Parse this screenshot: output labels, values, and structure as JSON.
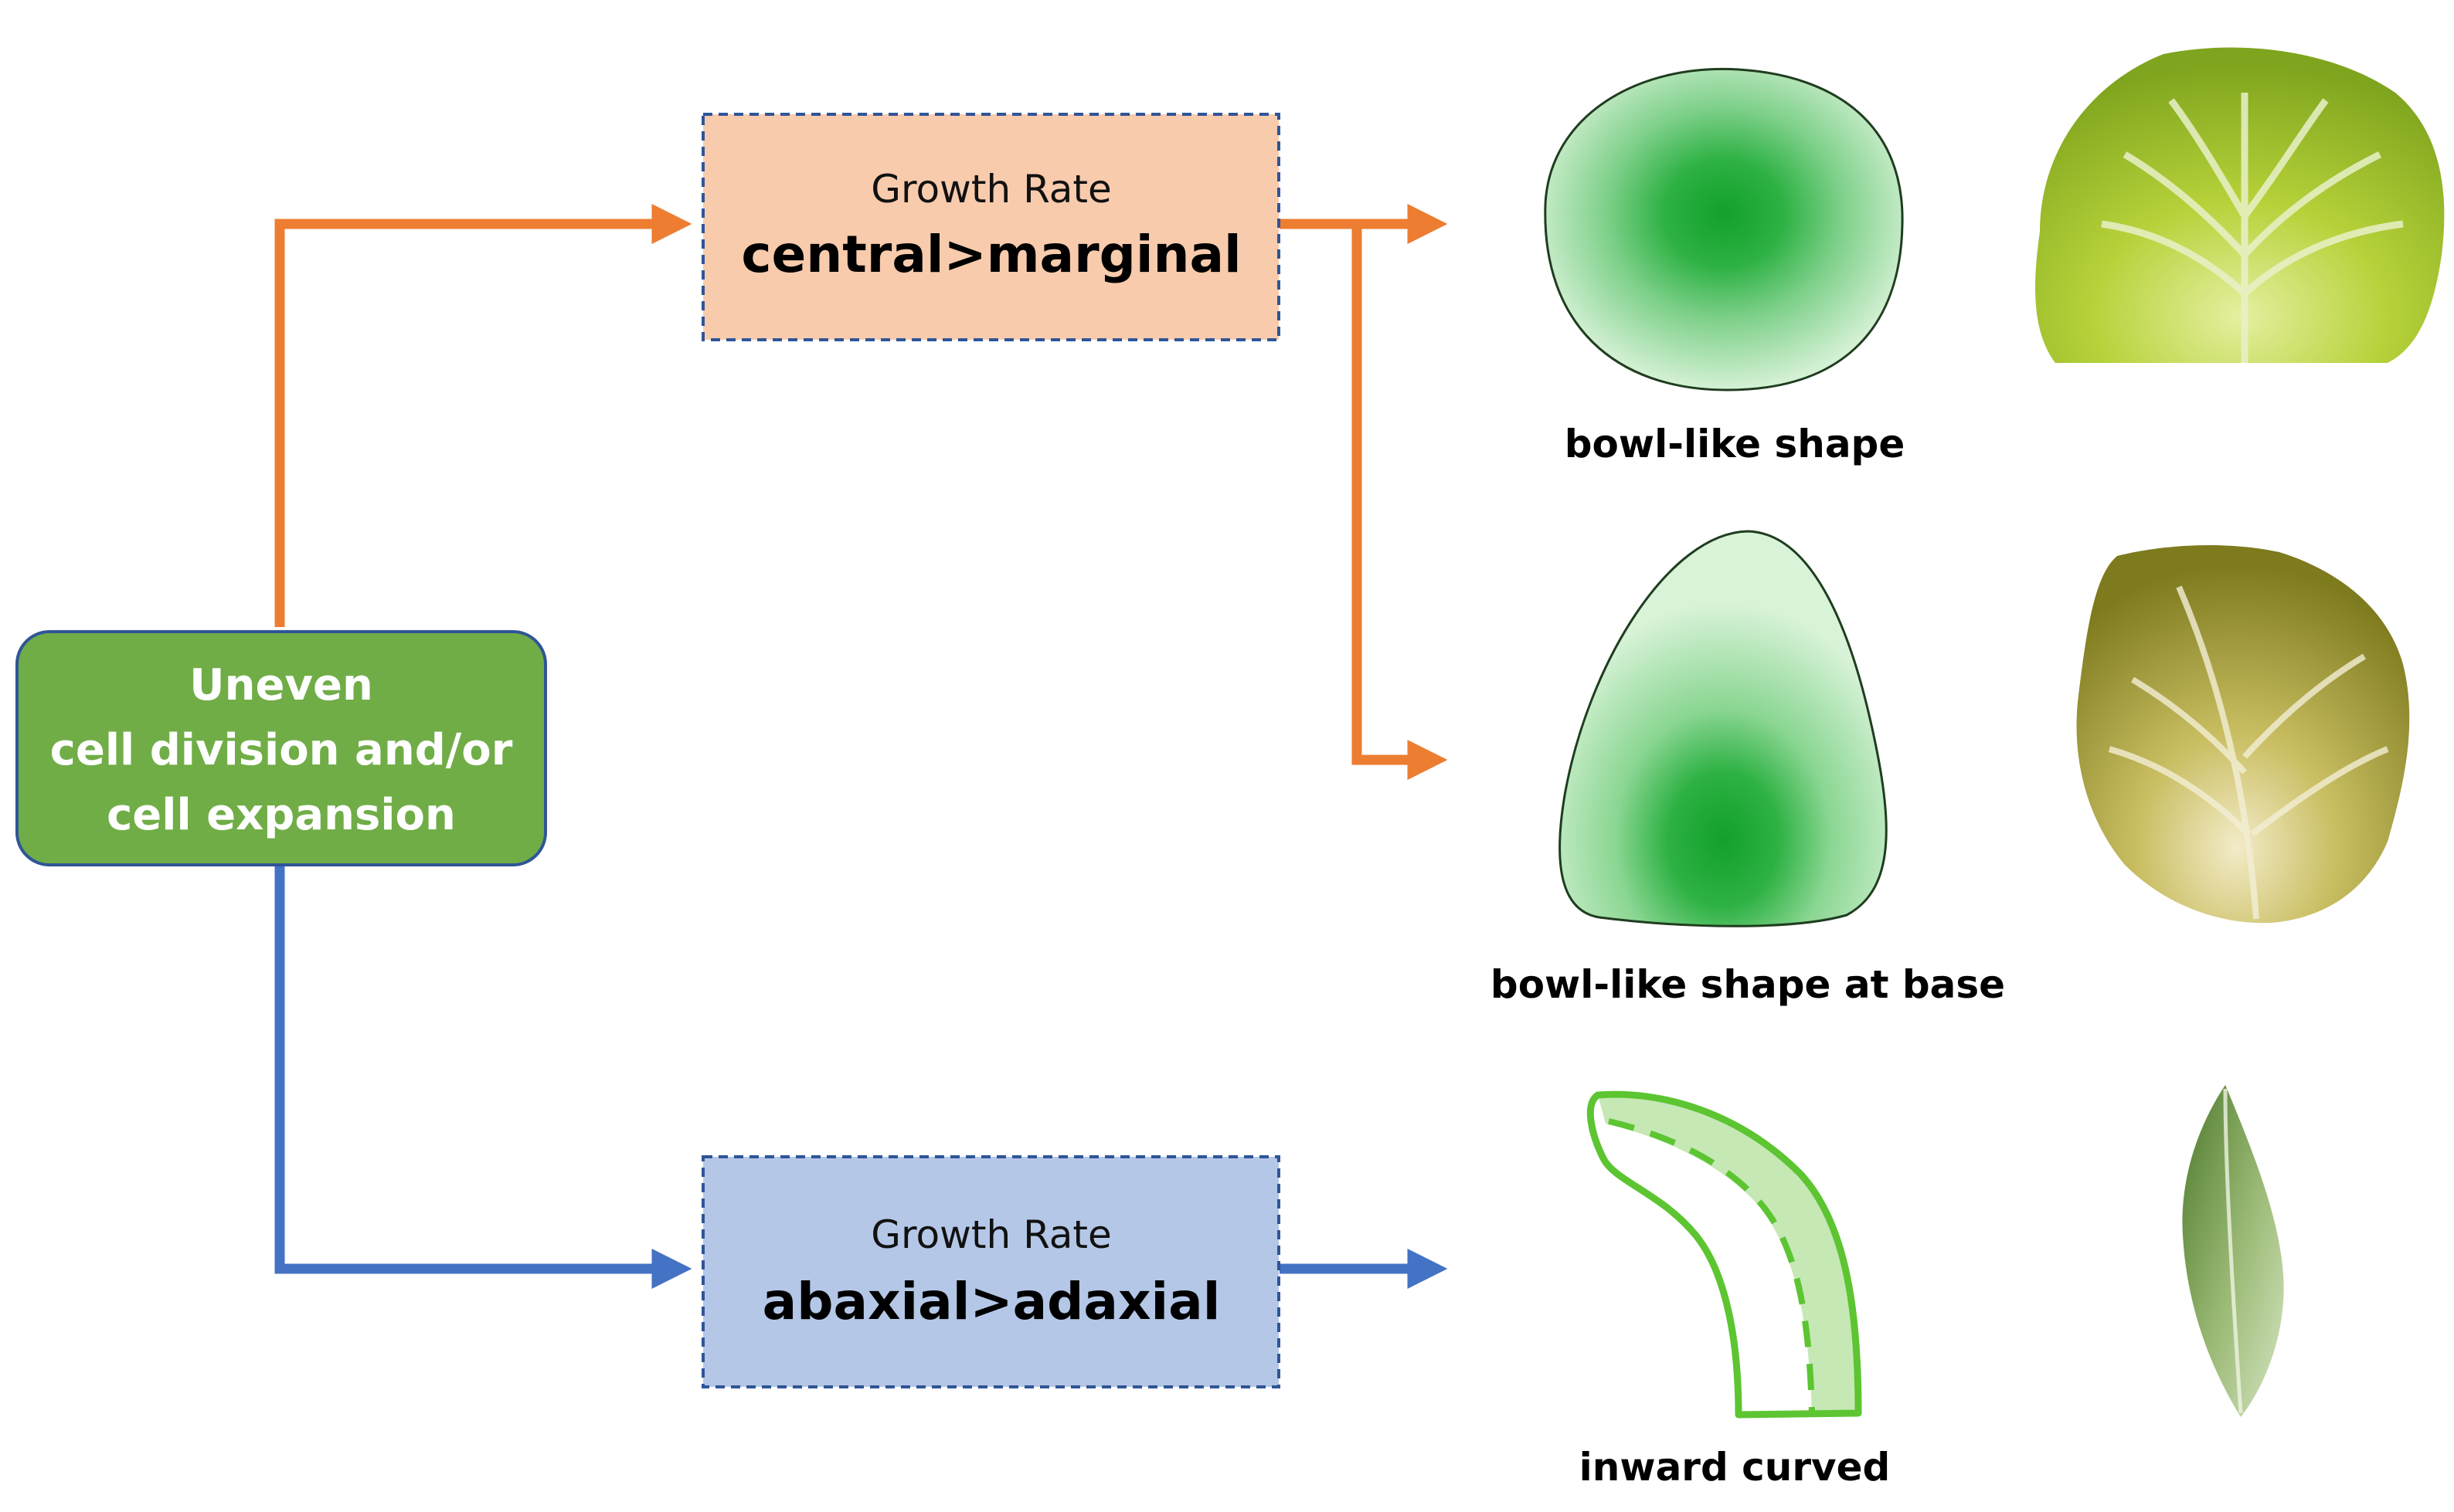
{
  "source_box": {
    "lines": [
      "Uneven",
      "cell division and/or",
      "cell expansion"
    ],
    "fill": "#70AD47",
    "text_color": "#ffffff"
  },
  "rate_boxes": [
    {
      "title": "Growth Rate",
      "rule": "central>marginal",
      "fill": "#F8CBAD",
      "border": "#2F5597"
    },
    {
      "title": "Growth Rate",
      "rule": "abaxial>adaxial",
      "fill": "#B4C7E7",
      "border": "#2F5597"
    }
  ],
  "outcomes": [
    {
      "label": "bowl-like shape",
      "icon": "bowl-leaf-diagram-icon"
    },
    {
      "label": "bowl-like shape at base",
      "icon": "base-bowl-leaf-diagram-icon"
    },
    {
      "label": "inward curved",
      "icon": "inward-curved-leaf-diagram-icon"
    }
  ],
  "photos": [
    {
      "icon": "cabbage-leaf-photo-bowl-icon"
    },
    {
      "icon": "cabbage-leaf-photo-base-icon"
    },
    {
      "icon": "cabbage-leaf-photo-curved-icon"
    }
  ],
  "colors": {
    "orange_arrow": "#ED7D31",
    "blue_arrow": "#4472C4",
    "leaf_green": "#2FB33A",
    "leaf_outline": "#1F3D1F",
    "curved_green": "#5CC531"
  }
}
